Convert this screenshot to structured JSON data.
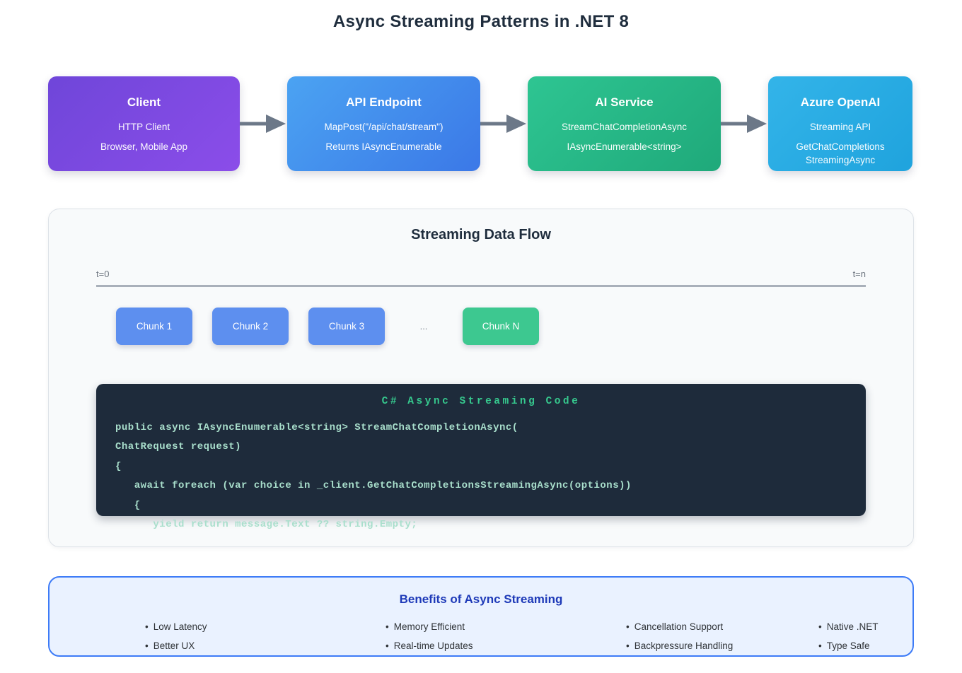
{
  "page": {
    "title": "Async Streaming Patterns in .NET 8"
  },
  "colors": {
    "title_text": "#1F2D3D",
    "arrow": "#6C7888",
    "panel_bg": "#F8FAFB",
    "panel_border": "#DDE2E8",
    "timeline": "#A9B0BA",
    "t_label": "#6E7680",
    "dots": "#7C8590",
    "code_bg": "#1E2B3B",
    "code_header": "#36C98E",
    "code_text": "#A9DFCC",
    "benefits_bg": "#EAF2FF",
    "benefits_border": "#3D7BF7",
    "benefits_title": "#1E3AB8",
    "benefits_text": "#2F3337"
  },
  "pipeline": {
    "nodes": [
      {
        "title": "Client",
        "lines": [
          "HTTP Client",
          "Browser, Mobile App"
        ],
        "gradient_start": "#6F46D9",
        "gradient_end": "#8B4DE9"
      },
      {
        "title": "API Endpoint",
        "lines": [
          "MapPost(\"/api/chat/stream\")",
          "Returns IAsyncEnumerable"
        ],
        "gradient_start": "#4BA3F2",
        "gradient_end": "#3B78E7"
      },
      {
        "title": "AI Service",
        "lines": [
          "StreamChatCompletionAsync",
          "IAsyncEnumerable<string>"
        ],
        "gradient_start": "#2EC592",
        "gradient_end": "#1FA97A"
      },
      {
        "title": "Azure OpenAI",
        "lines": [
          "Streaming API",
          "GetChatCompletions StreamingAsync"
        ],
        "gradient_start": "#33B4E9",
        "gradient_end": "#1FA3DD"
      }
    ]
  },
  "flow": {
    "title": "Streaming Data Flow",
    "timeline": {
      "start_label": "t=0",
      "end_label": "t=n"
    },
    "chunks": [
      {
        "label": "Chunk 1",
        "color": "#5D8FEF"
      },
      {
        "label": "Chunk 2",
        "color": "#5D8FEF"
      },
      {
        "label": "Chunk 3",
        "color": "#5D8FEF"
      },
      {
        "label": "Chunk N",
        "color": "#3DC890"
      }
    ],
    "ellipsis": "...",
    "code": {
      "header": "C# Async Streaming Code",
      "lines": [
        "public async IAsyncEnumerable<string> StreamChatCompletionAsync(",
        "ChatRequest request)",
        "{",
        "   await foreach (var choice in _client.GetChatCompletionsStreamingAsync(options))",
        "   {",
        "      yield return message.Text ?? string.Empty;"
      ]
    }
  },
  "benefits": {
    "title": "Benefits of Async Streaming",
    "bullet": "•",
    "columns": [
      [
        "Low Latency",
        "Better UX"
      ],
      [
        "Memory Efficient",
        "Real-time Updates"
      ],
      [
        "Cancellation Support",
        "Backpressure Handling"
      ],
      [
        "Native .NET",
        "Type Safe"
      ]
    ]
  }
}
